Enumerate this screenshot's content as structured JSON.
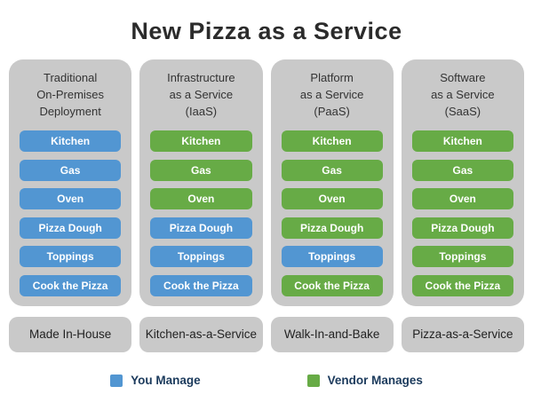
{
  "title": "New Pizza as a Service",
  "colors": {
    "you_manage": "#5296d2",
    "vendor_manages": "#67ab46",
    "column_bg": "#c9c9c9",
    "legend_text": "#1b3a5c"
  },
  "columns": [
    {
      "header": "Traditional\nOn-Premises\nDeployment",
      "rows": [
        {
          "label": "Kitchen",
          "owner": "you"
        },
        {
          "label": "Gas",
          "owner": "you"
        },
        {
          "label": "Oven",
          "owner": "you"
        },
        {
          "label": "Pizza Dough",
          "owner": "you"
        },
        {
          "label": "Toppings",
          "owner": "you"
        },
        {
          "label": "Cook the Pizza",
          "owner": "you"
        }
      ],
      "footer": "Made In-House"
    },
    {
      "header": "Infrastructure\nas a Service\n(IaaS)",
      "rows": [
        {
          "label": "Kitchen",
          "owner": "vendor"
        },
        {
          "label": "Gas",
          "owner": "vendor"
        },
        {
          "label": "Oven",
          "owner": "vendor"
        },
        {
          "label": "Pizza Dough",
          "owner": "you"
        },
        {
          "label": "Toppings",
          "owner": "you"
        },
        {
          "label": "Cook the Pizza",
          "owner": "you"
        }
      ],
      "footer": "Kitchen-as-a-Service"
    },
    {
      "header": "Platform\nas a Service\n(PaaS)",
      "rows": [
        {
          "label": "Kitchen",
          "owner": "vendor"
        },
        {
          "label": "Gas",
          "owner": "vendor"
        },
        {
          "label": "Oven",
          "owner": "vendor"
        },
        {
          "label": "Pizza Dough",
          "owner": "vendor"
        },
        {
          "label": "Toppings",
          "owner": "you"
        },
        {
          "label": "Cook the Pizza",
          "owner": "vendor"
        }
      ],
      "footer": "Walk-In-and-Bake"
    },
    {
      "header": "Software\nas a Service\n(SaaS)",
      "rows": [
        {
          "label": "Kitchen",
          "owner": "vendor"
        },
        {
          "label": "Gas",
          "owner": "vendor"
        },
        {
          "label": "Oven",
          "owner": "vendor"
        },
        {
          "label": "Pizza Dough",
          "owner": "vendor"
        },
        {
          "label": "Toppings",
          "owner": "vendor"
        },
        {
          "label": "Cook the Pizza",
          "owner": "vendor"
        }
      ],
      "footer": "Pizza-as-a-Service"
    }
  ],
  "legend": [
    {
      "label": "You Manage",
      "owner": "you"
    },
    {
      "label": "Vendor Manages",
      "owner": "vendor"
    }
  ]
}
